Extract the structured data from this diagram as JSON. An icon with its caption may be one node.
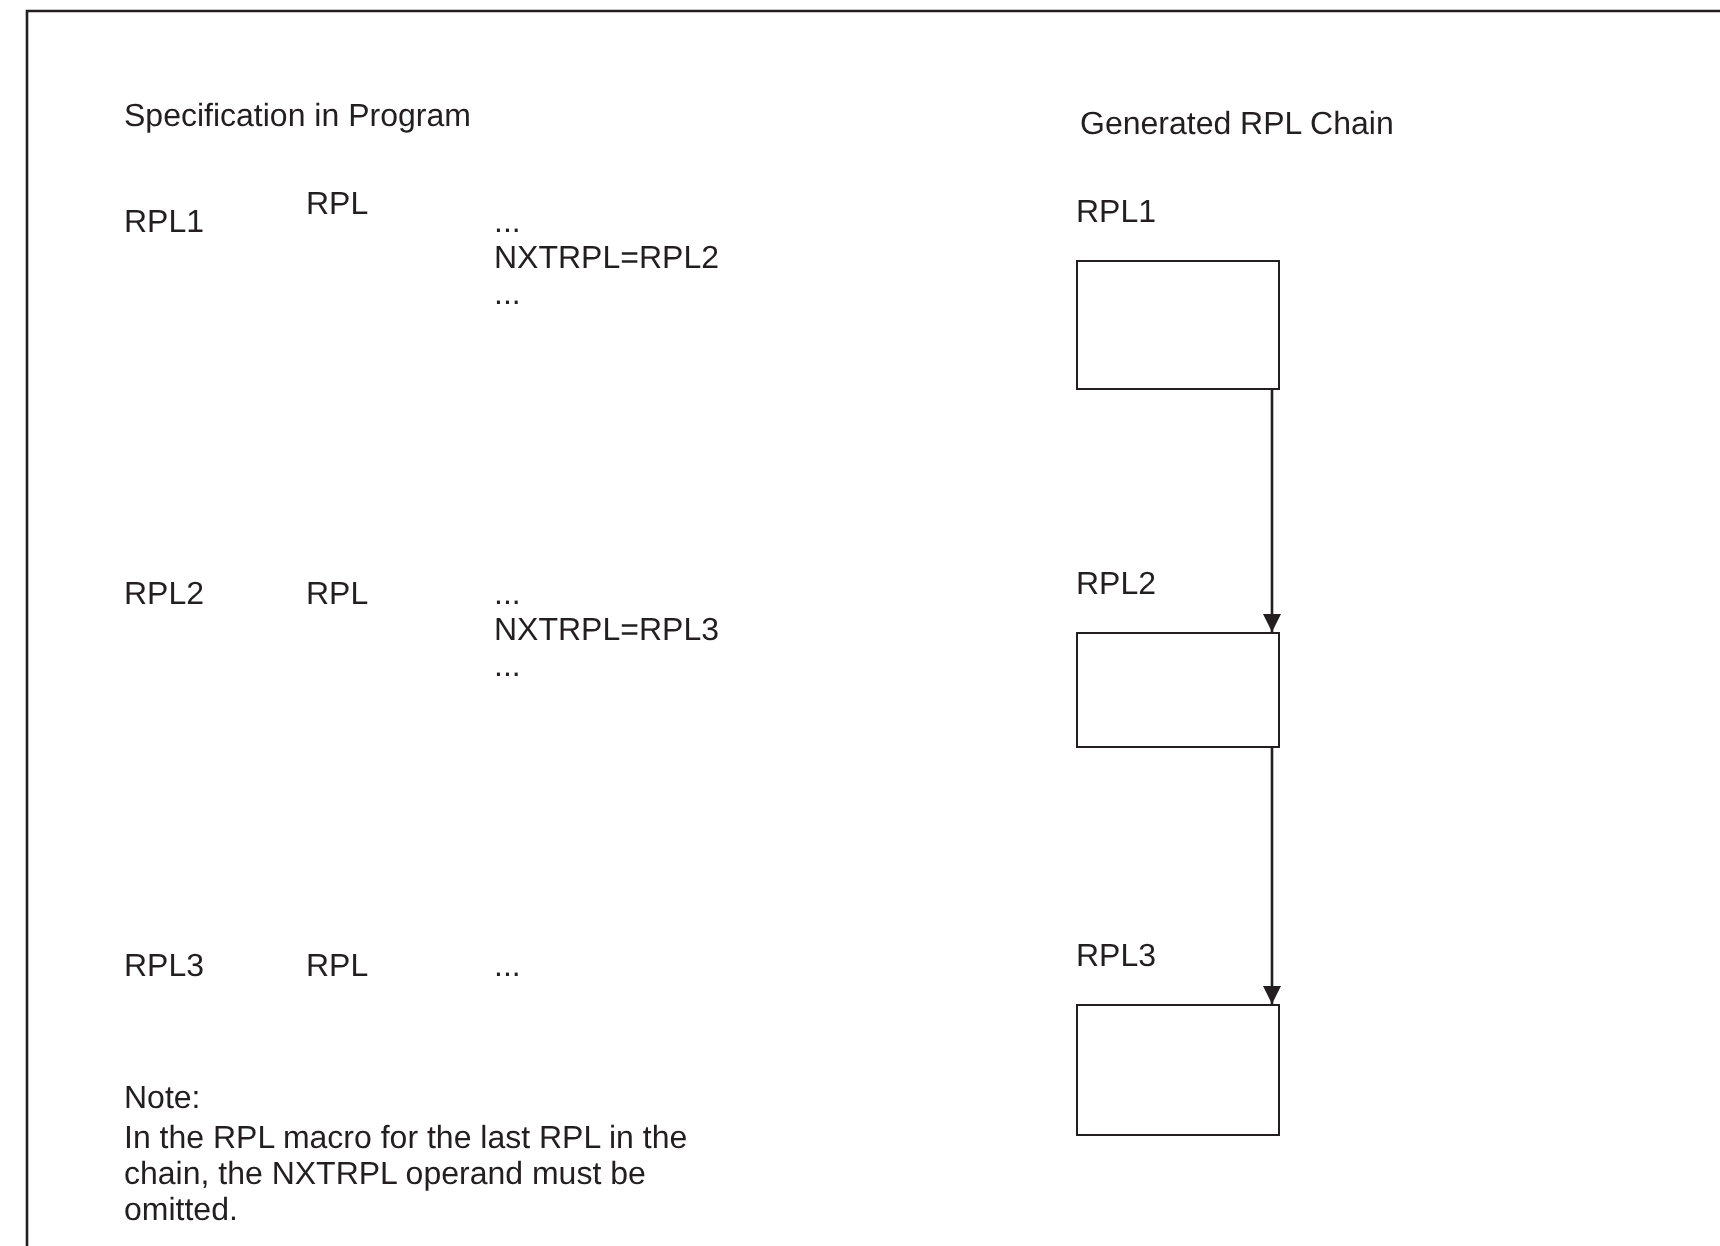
{
  "diagram": {
    "nodes": [
      {
        "text": [
          "RPL1"
        ]
      },
      {
        "text": [
          "RPL2"
        ]
      },
      {
        "text": [
          "RPL3"
        ]
      }
    ],
    "edges": [
      {
        "from": 0,
        "to": 1,
        "arrow": "to"
      },
      {
        "from": 1,
        "to": 2,
        "arrow": "to"
      }
    ],
    "labels": [
      "Specification in Program",
      "Generated RPL Chain",
      "RPL1",
      "RPL",
      "...",
      "NXTRPL=RPL2",
      "...",
      "RPL2",
      "RPL",
      "...",
      "NXTRPL=RPL3",
      "...",
      "RPL3",
      "RPL",
      "...",
      "Note:",
      "In the RPL macro for the last RPL in the chain, the NXTRPL operand must be omitted."
    ]
  }
}
